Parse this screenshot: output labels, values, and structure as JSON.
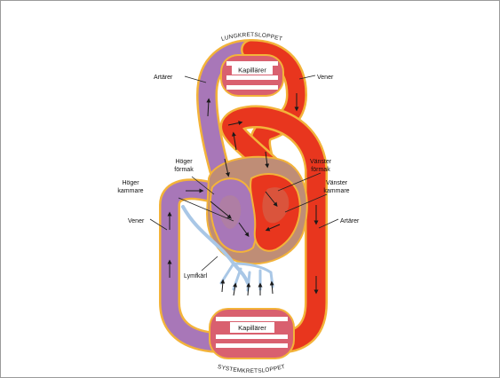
{
  "labels": {
    "pulmonary_circuit": "LUNGKRETSLOPPET",
    "systemic_circuit": "SYSTEMKRETSLOPPET",
    "lung_capillaries": "Kapillärer",
    "body_capillaries": "Kapillärer",
    "arteries_top_left": "Artärer",
    "veins_top_right": "Vener",
    "right_atrium_line1": "Höger",
    "right_atrium_line2": "förmak",
    "right_ventricle_line1": "Höger",
    "right_ventricle_line2": "kammare",
    "left_atrium_line1": "Vänster",
    "left_atrium_line2": "förmak",
    "left_ventricle_line1": "Vänster",
    "left_ventricle_line2": "kammare",
    "veins_left": "Vener",
    "arteries_right": "Artärer",
    "lymph_vessels": "Lymfkärl"
  },
  "colors": {
    "oxygenated": "#e8361e",
    "deoxygenated": "#a877b8",
    "outline": "#f3b33a",
    "lymph": "#a9c7e6",
    "heart_wall": "#bf8d76"
  }
}
